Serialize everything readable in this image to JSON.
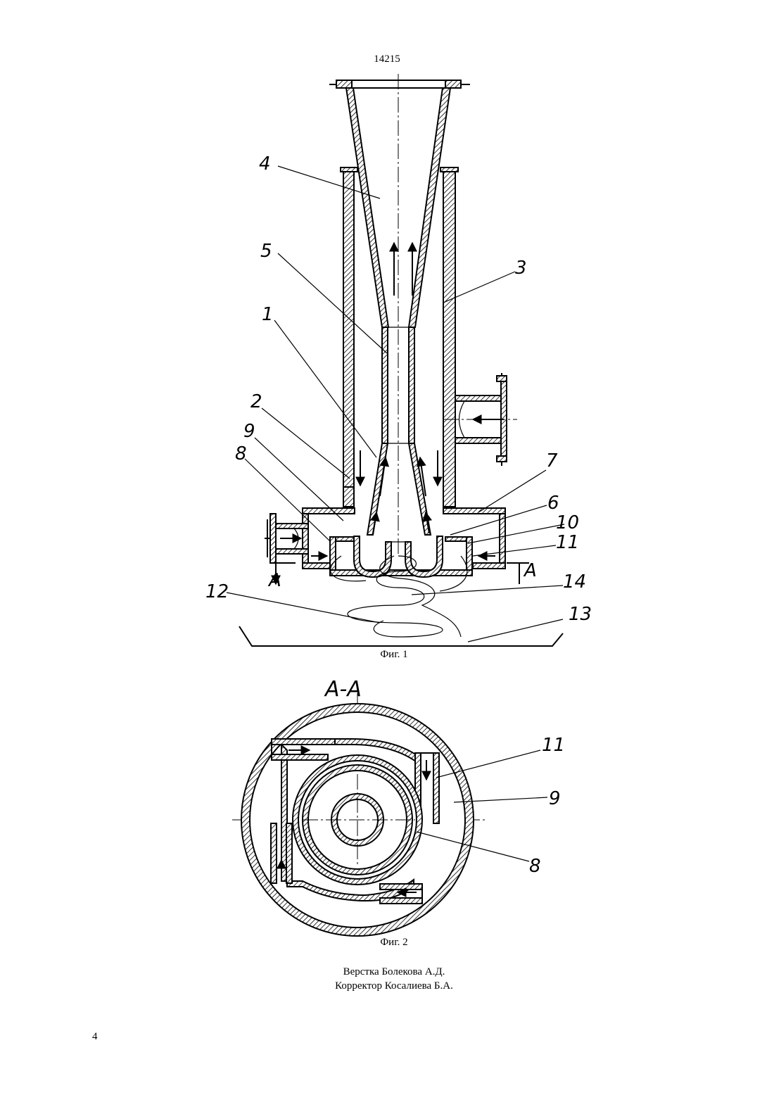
{
  "header": {
    "doc_number": "14215"
  },
  "fig1": {
    "caption": "Фиг. 1",
    "labels": [
      "4",
      "5",
      "3",
      "1",
      "2",
      "9",
      "8",
      "7",
      "6",
      "10",
      "11",
      "12",
      "14",
      "13"
    ],
    "section_mark": "A"
  },
  "fig2": {
    "caption": "Фиг. 2",
    "section_title": "A-A",
    "labels": [
      "11",
      "9",
      "8"
    ]
  },
  "credits": {
    "layout": "Верстка Болекова А.Д.",
    "proofreader": "Корректор Косалиева Б.А."
  },
  "footer": {
    "page_number": "4"
  }
}
